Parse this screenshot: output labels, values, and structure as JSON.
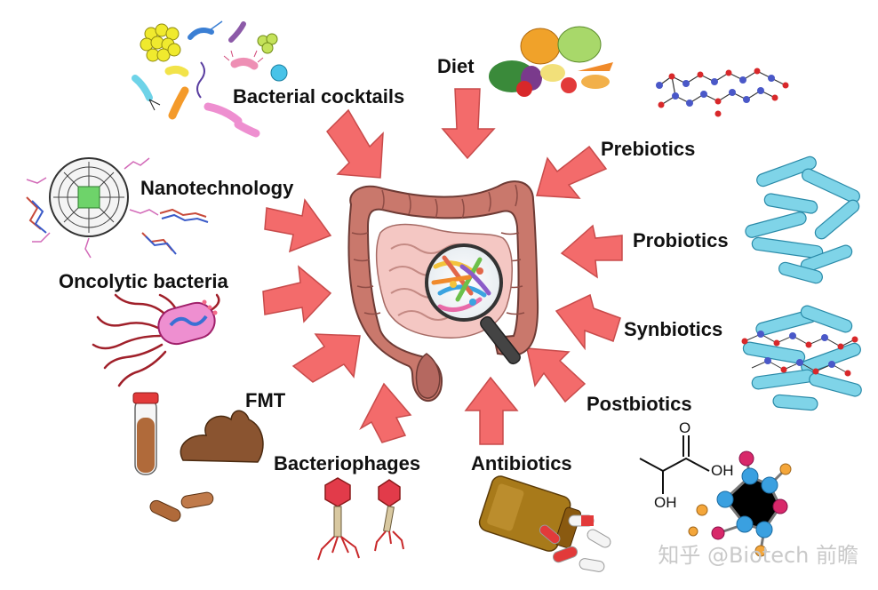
{
  "labels": {
    "bacterial_cocktails": "Bacterial cocktails",
    "diet": "Diet",
    "prebiotics": "Prebiotics",
    "nanotechnology": "Nanotechnology",
    "probiotics": "Probiotics",
    "oncolytic_bacteria": "Oncolytic bacteria",
    "synbiotics": "Synbiotics",
    "fmt": "FMT",
    "postbiotics": "Postbiotics",
    "bacteriophages": "Bacteriophages",
    "antibiotics": "Antibiotics"
  },
  "chem": {
    "carbonyl_o": "O",
    "hydroxyl_oh": "OH",
    "alpha_oh": "OH"
  },
  "watermark": "知乎 @Biotech 前瞻",
  "colors": {
    "arrow": "#f36b6b",
    "intestine": "#c9786c",
    "intestine_light": "#f4c7c3",
    "fiber_blue": "#7fd4e8",
    "stool": "#8a5430",
    "phage_red": "#e23b4a"
  }
}
